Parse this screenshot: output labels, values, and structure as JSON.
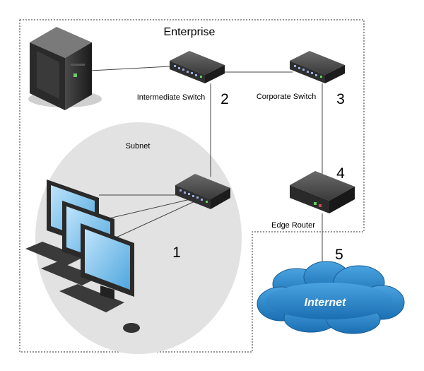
{
  "diagram": {
    "boundary_label": "Enterprise",
    "subnet_label": "Subnet",
    "intermediate_switch_label": "Intermediate Switch",
    "corporate_switch_label": "Corporate Switch",
    "edge_router_label": "Edge Router",
    "internet_label": "Internet",
    "numbers": {
      "subnet": "1",
      "intermediate_switch": "2",
      "corporate_switch": "3",
      "edge_router": "4",
      "internet": "5"
    }
  },
  "colors": {
    "subnet_fill": "#e2e2e2",
    "cloud_fill": "#2a86c8",
    "switch_body": "#2f2f2f",
    "port_led": "#5fd35f",
    "screen_blue": "#7fc3ee",
    "boundary_line": "#333333"
  }
}
